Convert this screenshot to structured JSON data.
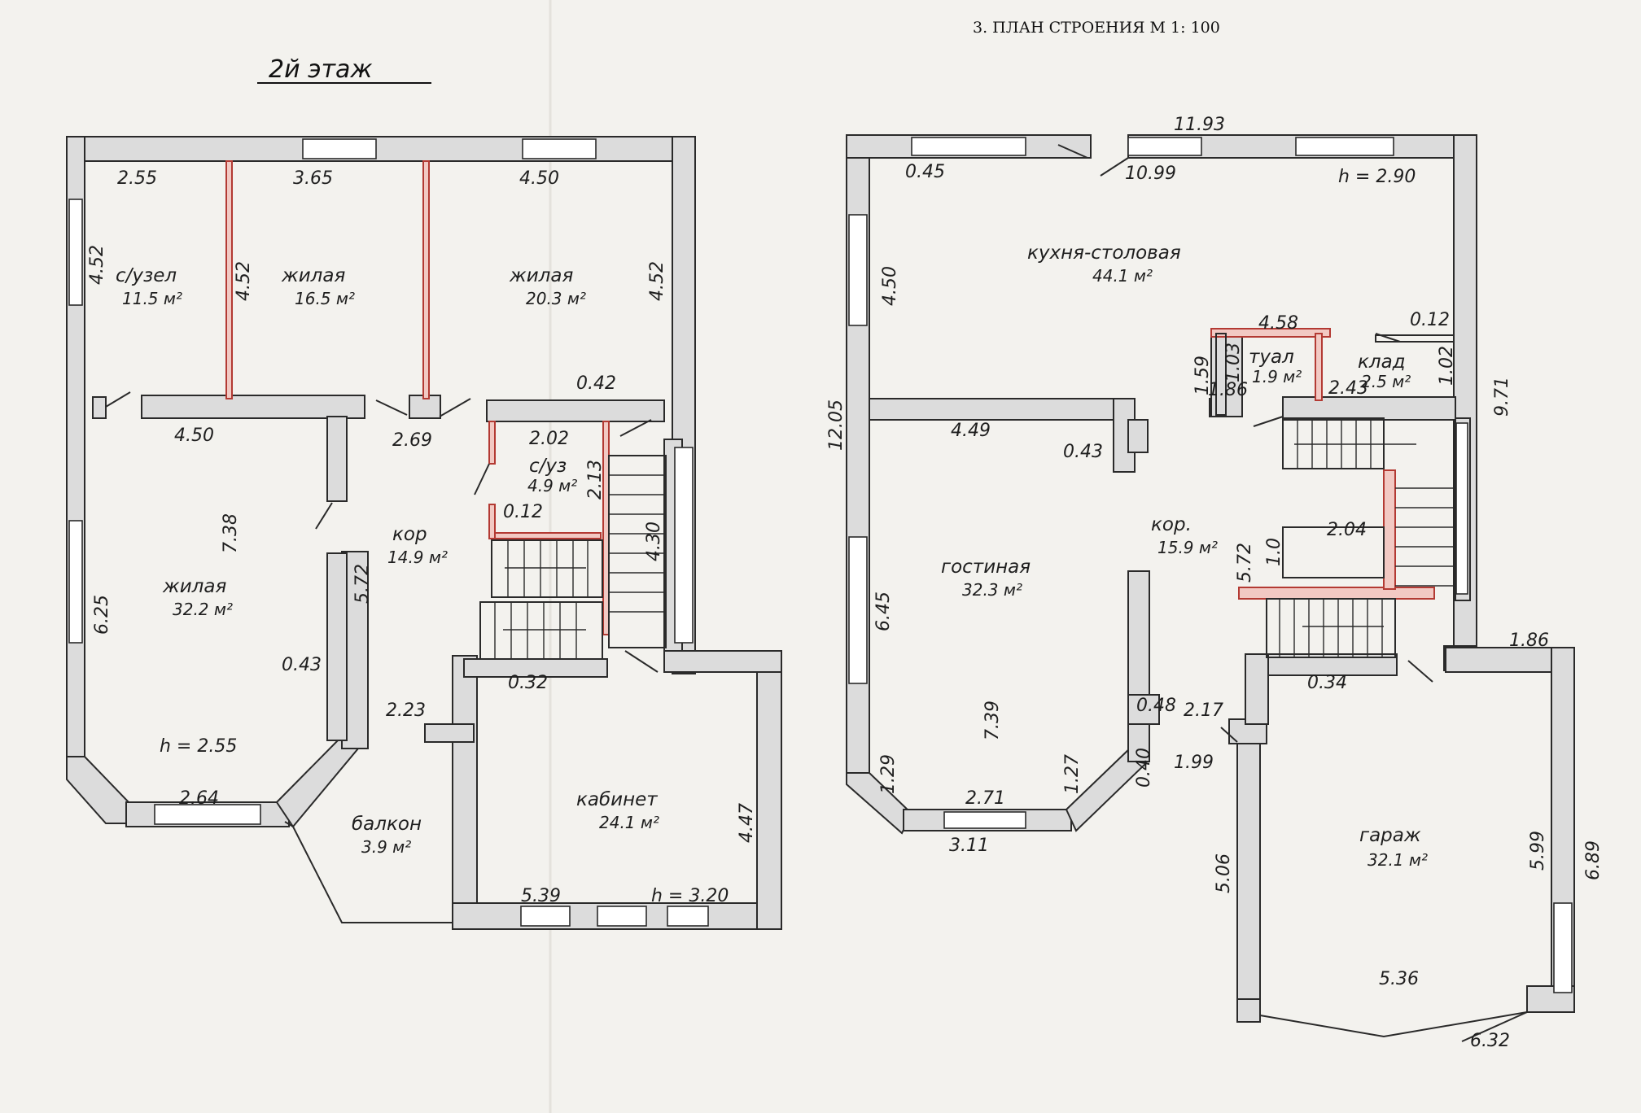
{
  "document": {
    "title": "3. ПЛАН СТРОЕНИЯ М 1: 100",
    "floor_label": "2й этаж"
  },
  "second_floor": {
    "rooms": [
      {
        "name": "с/узел",
        "area": "11.5 м²"
      },
      {
        "name": "жилая",
        "area": "16.5 м²"
      },
      {
        "name": "жилая",
        "area": "20.3 м²"
      },
      {
        "name": "жилая",
        "area": "32.2 м²"
      },
      {
        "name": "кор",
        "area": "14.9 м²"
      },
      {
        "name": "с/уз",
        "area": "4.9 м²"
      },
      {
        "name": "балкон",
        "area": "3.9 м²"
      },
      {
        "name": "кабинет",
        "area": "24.1 м²"
      }
    ],
    "heights": [
      "h = 2.55",
      "h = 3.20"
    ],
    "dims": [
      "2.55",
      "3.65",
      "4.50",
      "4.52",
      "4.52",
      "4.52",
      "4.50",
      "2.69",
      "0.42",
      "2.02",
      "2.13",
      "0.12",
      "4.30",
      "7.38",
      "5.72",
      "6.25",
      "0.43",
      "2.23",
      "2.64",
      "0.32",
      "4.47",
      "5.39"
    ]
  },
  "first_floor": {
    "rooms": [
      {
        "name": "кухня-столовая",
        "area": "44.1 м²"
      },
      {
        "name": "туал",
        "area": "1.9 м²"
      },
      {
        "name": "клад",
        "area": "2.5 м²"
      },
      {
        "name": "гостиная",
        "area": "32.3 м²"
      },
      {
        "name": "кор.",
        "area": "15.9 м²"
      },
      {
        "name": "гараж",
        "area": "32.1 м²"
      }
    ],
    "heights": [
      "h = 2.90"
    ],
    "dims": [
      "11.93",
      "0.45",
      "10.99",
      "4.50",
      "12.05",
      "4.58",
      "0.12",
      "1.03",
      "1.59",
      "1.86",
      "1.02",
      "9.71",
      "2.43",
      "4.49",
      "0.43",
      "2.04",
      "1.0",
      "5.72",
      "6.45",
      "7.39",
      "0.48",
      "2.17",
      "0.40",
      "1.99",
      "1.29",
      "2.71",
      "1.27",
      "3.11",
      "1.86",
      "0.34",
      "5.06",
      "5.99",
      "6.89",
      "5.36",
      "6.32"
    ]
  }
}
